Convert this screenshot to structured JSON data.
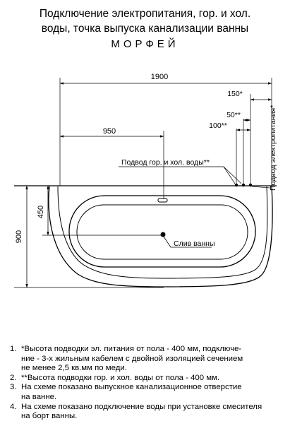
{
  "title": {
    "line1": "Подключение электропитания, гор. и хол.",
    "line2": "воды, точка выпуска канализации ванны",
    "model": "МОРФЕЙ"
  },
  "dimensions": {
    "total_length": "1900",
    "to_drain": "950",
    "width": "900",
    "drain_from_wall": "450",
    "power_offset": "150*",
    "water_offset_1": "50**",
    "water_offset_2": "100**"
  },
  "labels": {
    "water_supply": "Подвод гор. и хол. воды**",
    "drain": "Слив ванны",
    "power_supply": "Подвод электропитания*"
  },
  "notes": [
    {
      "num": "1.",
      "lines": [
        "*Высота подводки эл. питания от пола - 400 мм, подключе-",
        "ние - 3-х жильным кабелем с двойной изоляцией сечением",
        "не менее 2,5 кв.мм по меди."
      ]
    },
    {
      "num": "2.",
      "lines": [
        "**Высота подводки гор. и хол. воды от пола - 400 мм."
      ]
    },
    {
      "num": "3.",
      "lines": [
        "На схеме показано выпускное канализационное отверстие",
        "на ванне."
      ]
    },
    {
      "num": "4.",
      "lines": [
        "На схеме показано подключение воды при установке смесителя",
        "на борт ванны."
      ]
    }
  ]
}
